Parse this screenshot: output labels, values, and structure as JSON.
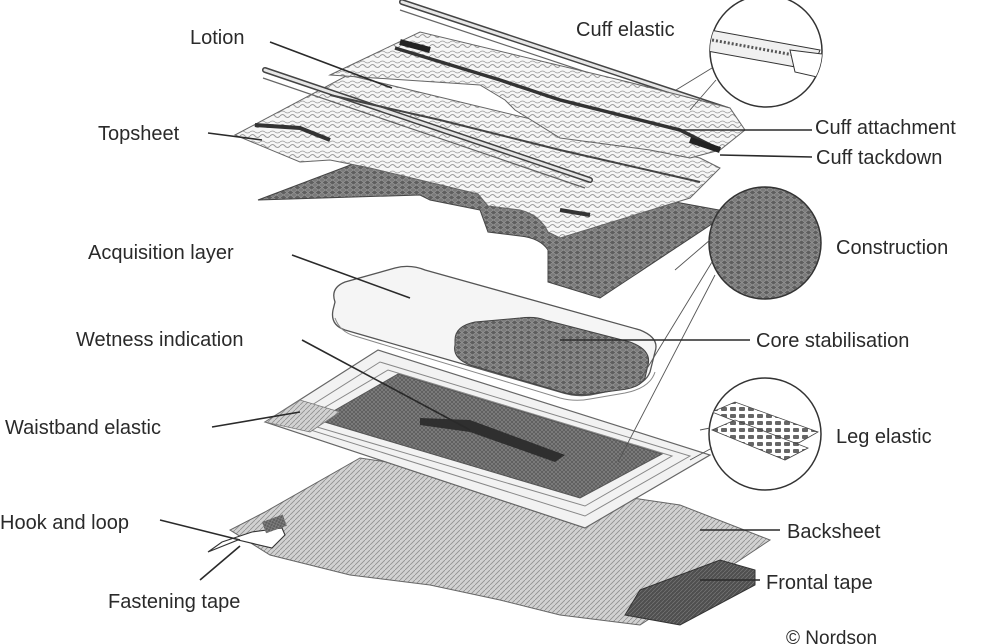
{
  "title": "",
  "labels": {
    "lotion": "Lotion",
    "cuff_elastic": "Cuff elastic",
    "topsheet": "Topsheet",
    "cuff_attachment": "Cuff attachment",
    "cuff_tackdown": "Cuff tackdown",
    "acquisition_layer": "Acquisition layer",
    "construction": "Construction",
    "wetness_indication": "Wetness indication",
    "core_stabilisation": "Core stabilisation",
    "waistband_elastic": "Waistband elastic",
    "leg_elastic": "Leg elastic",
    "hook_and_loop": "Hook and loop",
    "backsheet": "Backsheet",
    "fastening_tape": "Fastening tape",
    "frontal_tape": "Frontal tape"
  },
  "copyright": "© Nordson",
  "colors": {
    "ink": "#2a2a2a",
    "dark_adhesive": "#4a4a4a",
    "mesh": "#6b6b6b",
    "white_layer": "#f4f4f4",
    "backsheet": "#b9b9b9"
  }
}
